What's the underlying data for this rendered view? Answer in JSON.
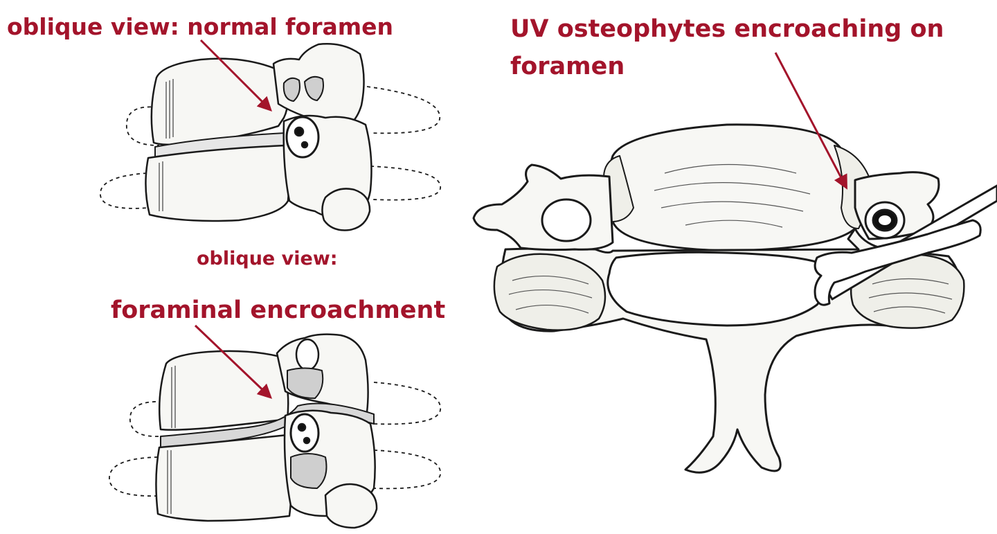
{
  "colors": {
    "annotation": "#a3142b",
    "ink": "#1a1a1a",
    "bone": "#f7f7f4"
  },
  "labels": {
    "normal_foramen": "oblique view: normal foramen",
    "uv_line1": "UV osteophytes encroaching on",
    "uv_line2": "foramen",
    "oblique_view": "oblique view:",
    "foraminal_encroachment": "foraminal encroachment"
  }
}
